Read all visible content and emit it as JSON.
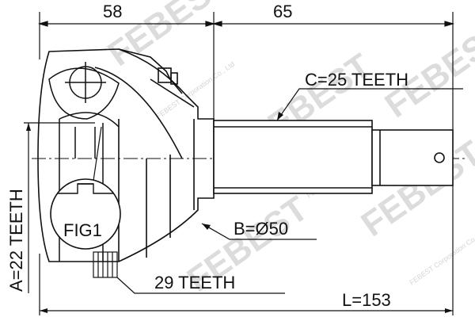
{
  "dimensions": {
    "top_left": "58",
    "top_right": "65",
    "spline_c": "C=25 TEETH",
    "spline_a": "A=22 TEETH",
    "diameter_b": "B=Ø50",
    "ring_teeth": "29 TEETH",
    "length": "L=153"
  },
  "figure_label": "FIG1",
  "watermark": {
    "brand": "FEBEST",
    "small_text": "FEBEST Corporation Co., Ltd"
  },
  "colors": {
    "line": "#111111",
    "watermark": "#d9d9d9"
  }
}
